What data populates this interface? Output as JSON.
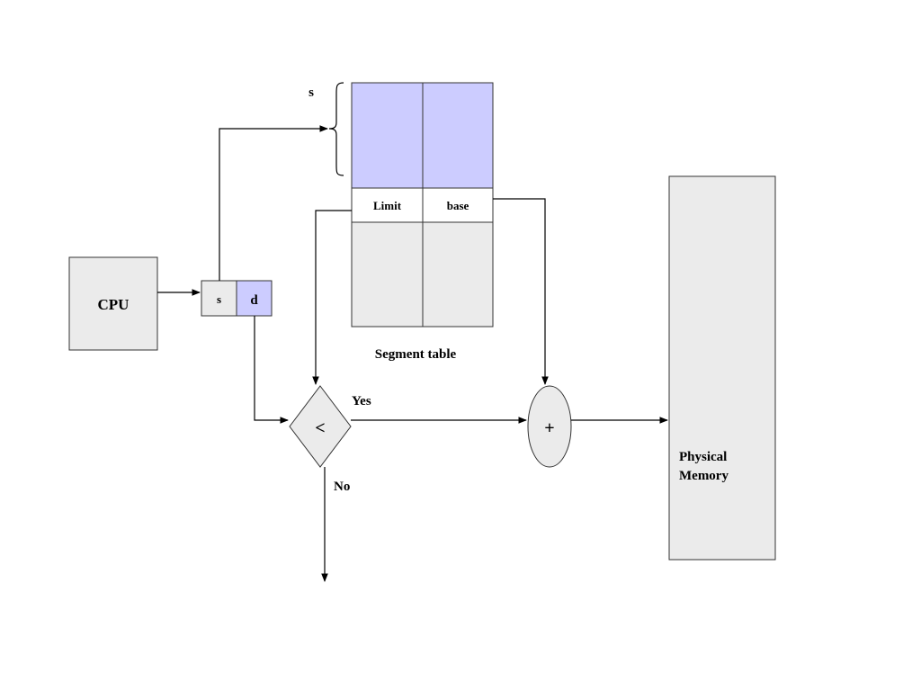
{
  "labels": {
    "cpu": "CPU",
    "address_s": "s",
    "address_d": "d",
    "brace_s": "s",
    "limit": "Limit",
    "base": "base",
    "segment_table": "Segment table",
    "compare_op": "<",
    "add_op": "+",
    "yes": "Yes",
    "no": "No",
    "physical_memory_line1": "Physical",
    "physical_memory_line2": "Memory"
  },
  "colors": {
    "gray_fill": "#ebebeb",
    "blue_fill": "#ccccff",
    "stroke": "#333333"
  }
}
